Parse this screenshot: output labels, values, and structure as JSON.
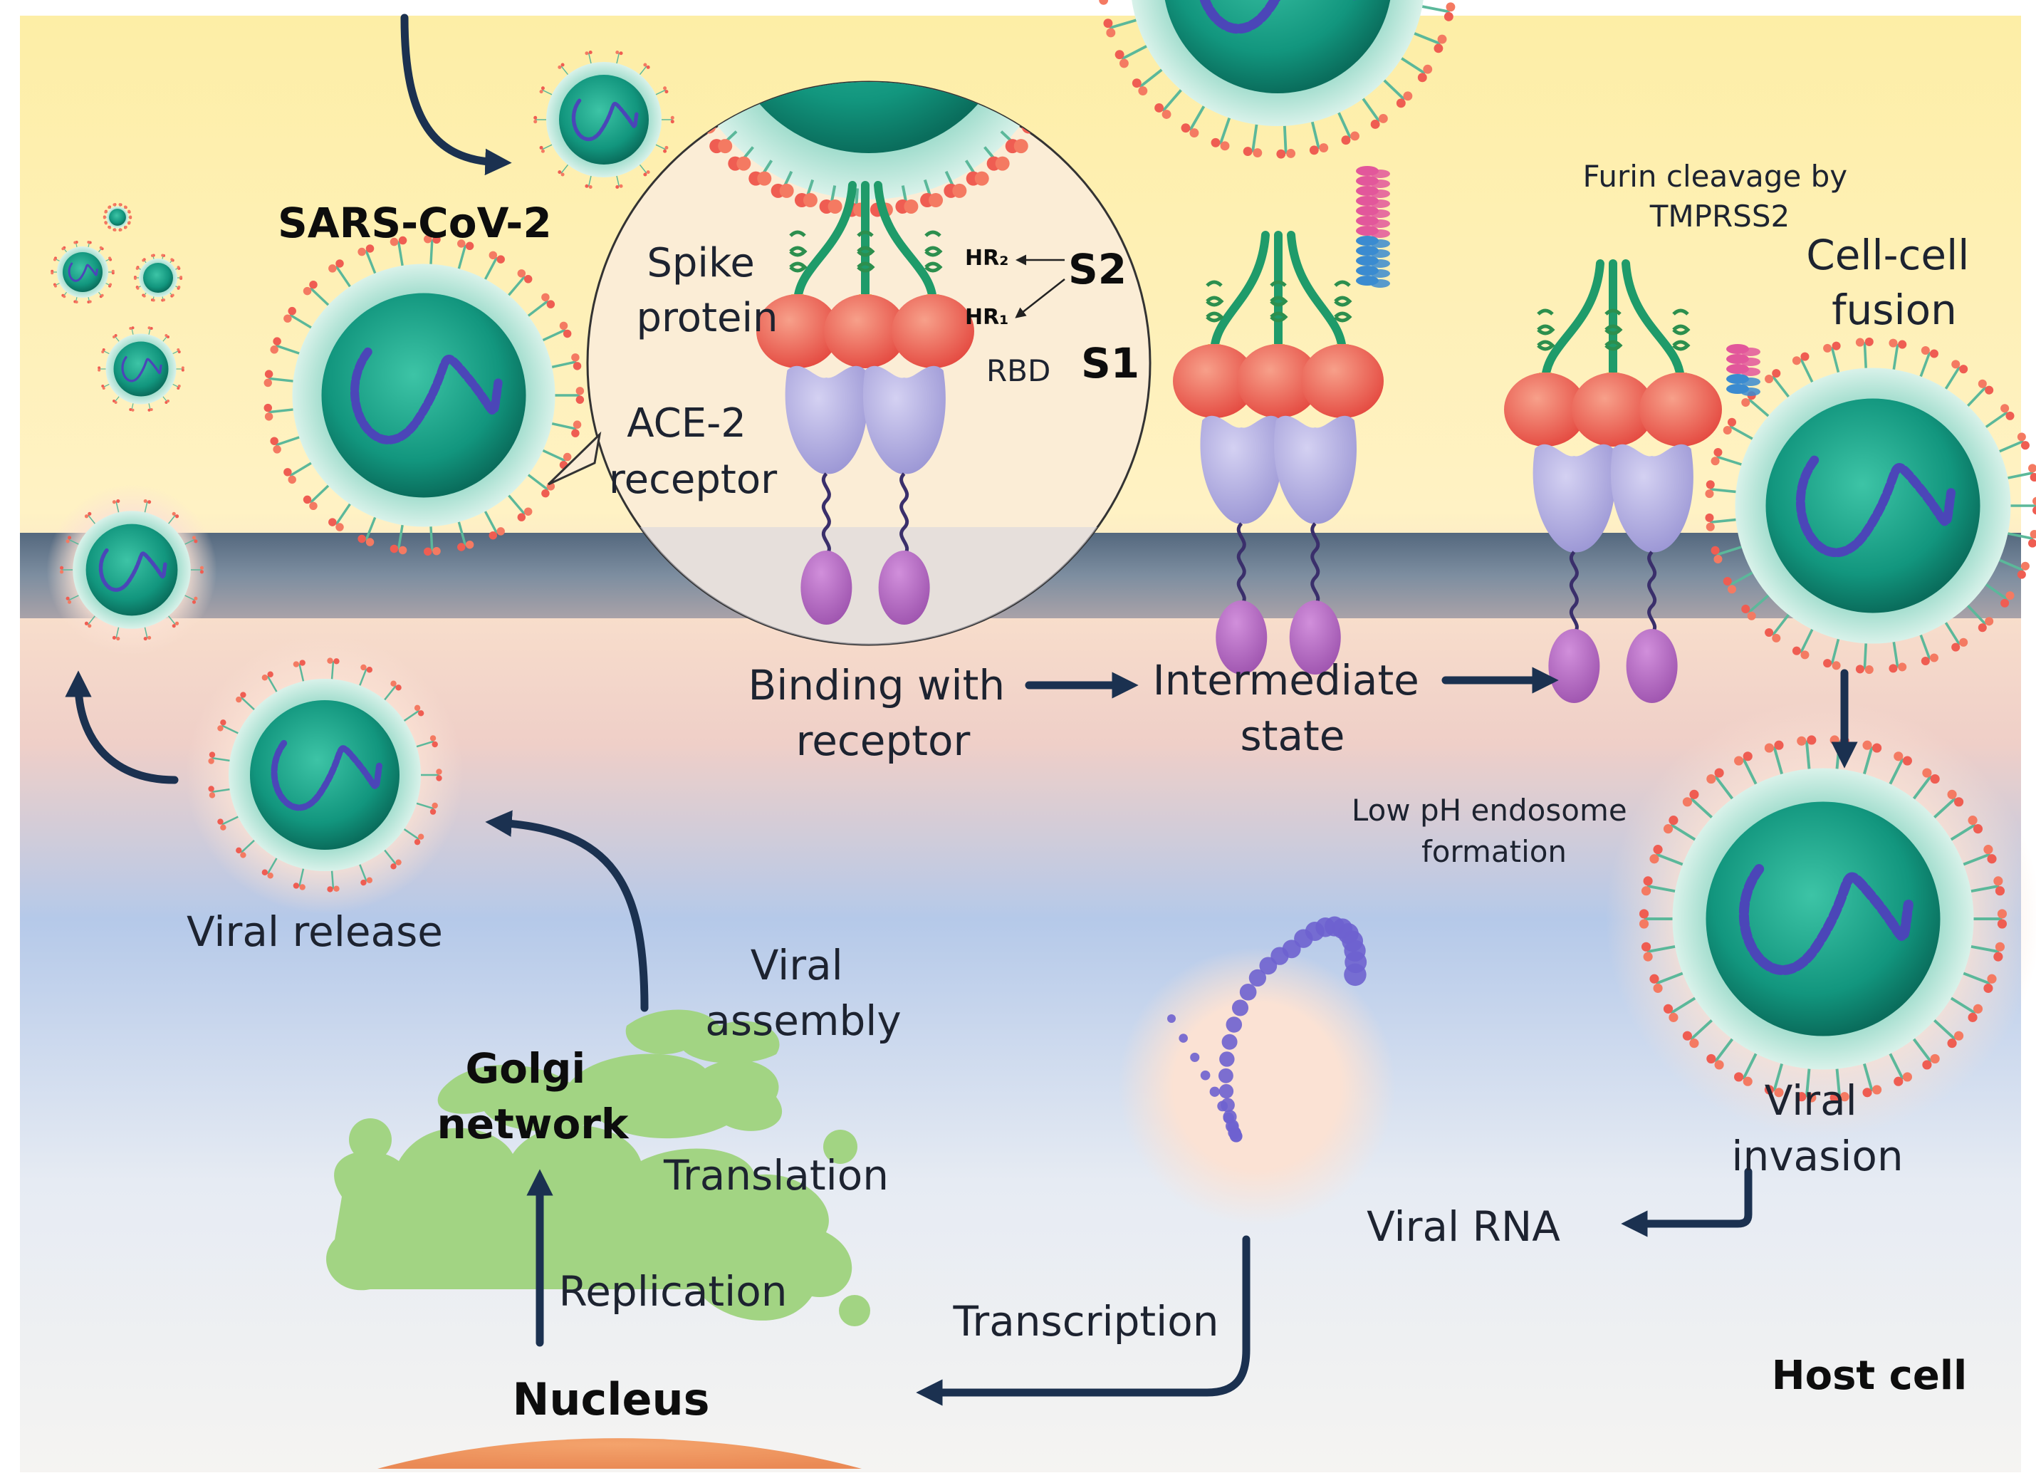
{
  "labels": {
    "virus": "SARS-CoV-2",
    "spike_line1": "Spike",
    "spike_line2": "protein",
    "ace2_line1": "ACE-2",
    "ace2_line2": "receptor",
    "hr2": "HR₂",
    "hr1": "HR₁",
    "s2": "S2",
    "s1": "S1",
    "rbd": "RBD",
    "furin_line1": "Furin cleavage by",
    "furin_line2": "TMPRSS2",
    "fusion_line1": "Cell-cell",
    "fusion_line2": "fusion",
    "binding_line1": "Binding with",
    "binding_line2": "receptor",
    "intermediate_line1": "Intermediate",
    "intermediate_line2": "state",
    "endosome_line1": "Low pH endosome",
    "endosome_line2": "formation",
    "release": "Viral release",
    "assembly_line1": "Viral",
    "assembly_line2": "assembly",
    "golgi_line1": "Golgi",
    "golgi_line2": "network",
    "translation": "Translation",
    "replication": "Replication",
    "nucleus": "Nucleus",
    "transcription": "Transcription",
    "viral_rna": "Viral RNA",
    "invasion_line1": "Viral",
    "invasion_line2": "invasion",
    "host_cell": "Host cell"
  },
  "colors": {
    "exterior": "#fcefb0",
    "membrane": "#6f8294",
    "cytoplasm_pink": "#f3d2c4",
    "cytoplasm_blue": "#b9cde8",
    "arrow": "#1b3150",
    "virus_core": "#17a48c",
    "virus_shell": "#aee3d6",
    "spike_red": "#ee5a4f",
    "ace2_purple": "#a9a4dd",
    "anchor_purple": "#b067bd",
    "golgi": "#9fd47e",
    "nucleus": "#ef9260",
    "rna": "#6e62cf"
  }
}
